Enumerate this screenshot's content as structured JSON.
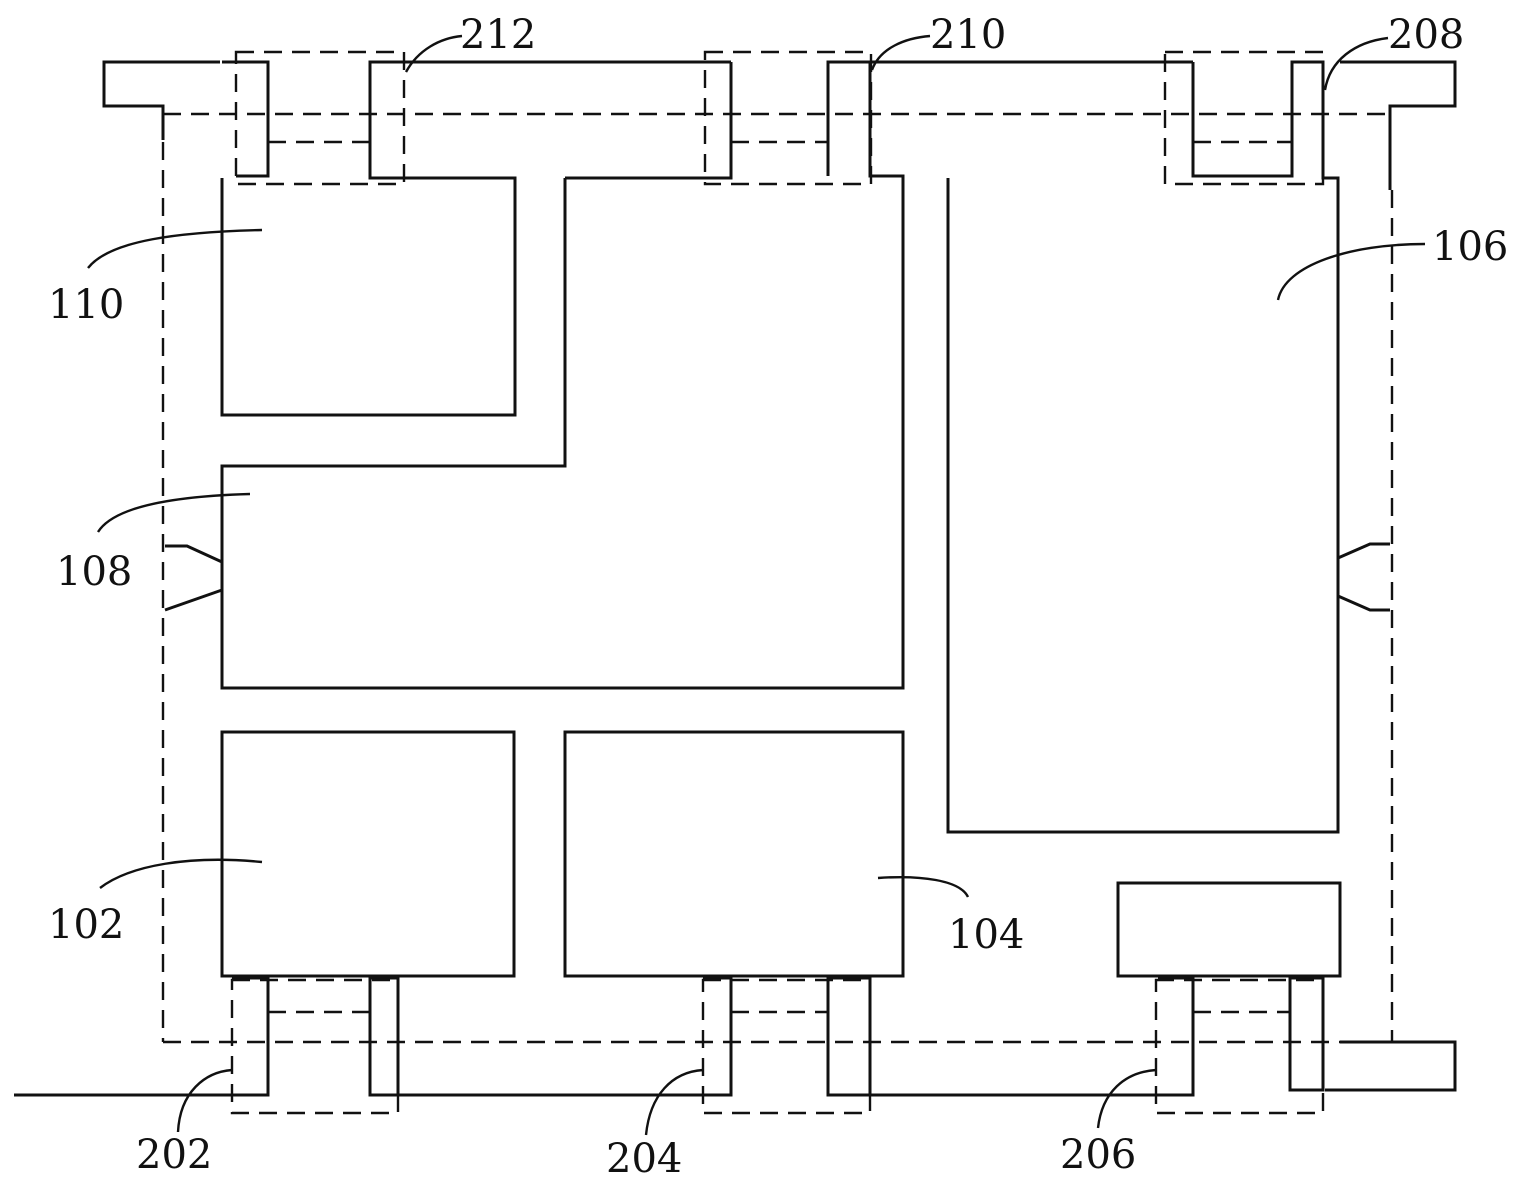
{
  "diagram": {
    "labels": {
      "l110": "110",
      "l108": "108",
      "l102": "102",
      "l104": "104",
      "l106": "106",
      "l212": "212",
      "l210": "210",
      "l208": "208",
      "l202": "202",
      "l204": "204",
      "l206": "206"
    }
  }
}
